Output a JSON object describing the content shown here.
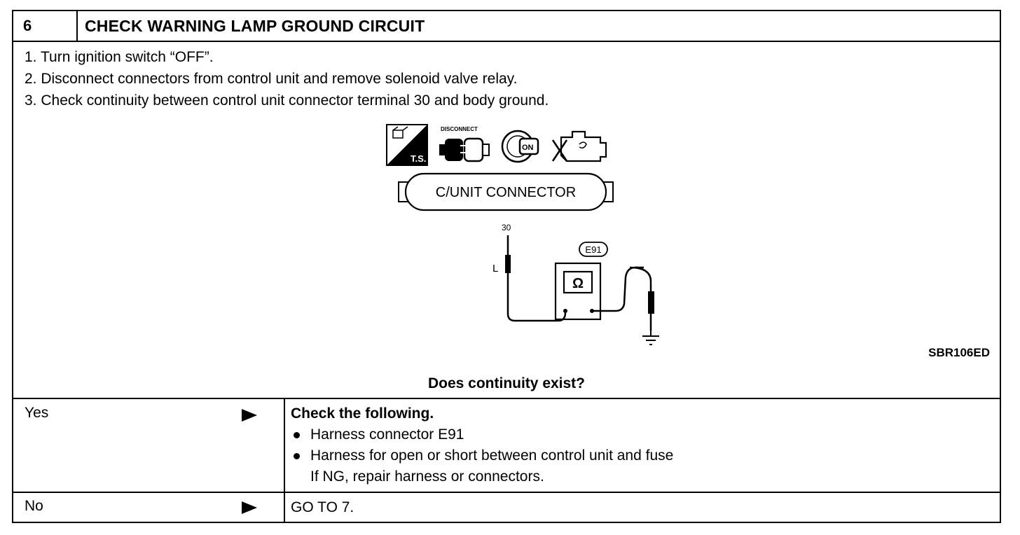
{
  "header": {
    "step_number": "6",
    "title": "CHECK WARNING LAMP GROUND CIRCUIT"
  },
  "procedure": {
    "steps": [
      "1.  Turn ignition switch “OFF”.",
      "2.  Disconnect connectors from control unit and remove solenoid valve relay.",
      "3.  Check continuity between control unit connector terminal 30 and body ground."
    ]
  },
  "diagram": {
    "icons": [
      "ts-icon",
      "disconnect-icon",
      "ignition-key-on-icon",
      "engine-off-icon"
    ],
    "ts_label": "T.S.",
    "disconnect_label": "DISCONNECT",
    "key_label": "ON",
    "connector_label": "C/UNIT CONNECTOR",
    "terminal_label": "30",
    "wire_color_label": "L",
    "connector_code_label": "E91",
    "meter_symbol": "Ω",
    "figure_code": "SBR106ED"
  },
  "question": "Does continuity exist?",
  "answers": {
    "yes": {
      "label": "Yes",
      "heading": "Check the following.",
      "bullets": [
        "Harness connector E91",
        "Harness for open or short between control unit and fuse"
      ],
      "note": "If NG, repair harness or connectors."
    },
    "no": {
      "label": "No",
      "action": "GO TO 7."
    }
  }
}
